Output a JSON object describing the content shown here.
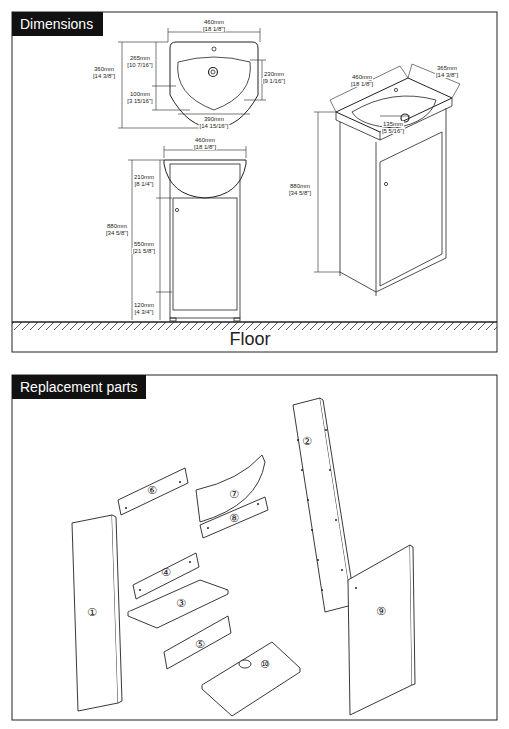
{
  "diagram": {
    "nodes": [
      {
        "text": [
          "Dimensions"
        ]
      },
      {
        "text": [
          "Replacement parts"
        ]
      }
    ],
    "labels": [
      "460mm",
      "[18 1/8\"]",
      "265mm",
      "[10 7/16\"]",
      "360mm",
      "[14 3/8\"]",
      "230mm",
      "[9 1/16\"]",
      "100mm",
      "[3 15/16\"]",
      "390mm",
      "[14 15/16\"]",
      "460mm",
      "[18 1/8\"]",
      "210mm",
      "[8 1/4\"]",
      "880mm",
      "[34 5/8\"]",
      "550mm",
      "[21 5/8\"]",
      "120mm",
      "[4 3/4\"]",
      "460mm",
      "[18 1/8\"]",
      "365mm",
      "[14 3/8\"]",
      "135mm",
      "[5 5/16\"]",
      "880mm",
      "[34 5/8\"]",
      "Floor",
      "①",
      "②",
      "③",
      "④",
      "⑤",
      "⑥",
      "⑦",
      "⑧",
      "⑨",
      "⑩"
    ]
  }
}
